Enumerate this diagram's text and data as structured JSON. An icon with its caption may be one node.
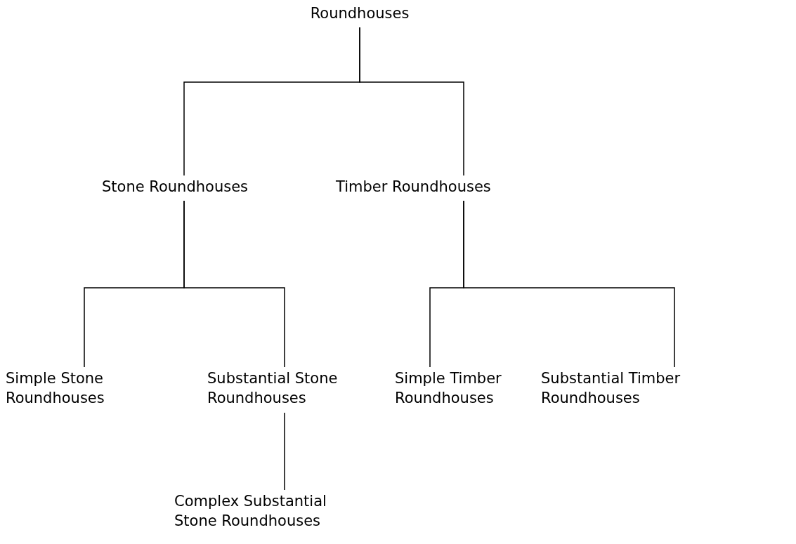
{
  "diagram": {
    "nodes": [
      {
        "text": [
          "Roundhouses"
        ]
      },
      {
        "text": [
          "Stone Roundhouses"
        ]
      },
      {
        "text": [
          "Timber Roundhouses"
        ]
      },
      {
        "text": [
          "Simple Stone Roundhouses"
        ]
      },
      {
        "text": [
          "Substantial Stone Roundhouses"
        ]
      },
      {
        "text": [
          "Simple Timber Roundhouses"
        ]
      },
      {
        "text": [
          "Substantial Timber Roundhouses"
        ]
      },
      {
        "text": [
          "Complex Substantial Stone Roundhouses"
        ]
      }
    ],
    "edges": [
      {
        "from": 0,
        "to": 1,
        "arrow": "none"
      },
      {
        "from": 0,
        "to": 2,
        "arrow": "none"
      },
      {
        "from": 1,
        "to": 3,
        "arrow": "none"
      },
      {
        "from": 1,
        "to": 4,
        "arrow": "none"
      },
      {
        "from": 2,
        "to": 5,
        "arrow": "none"
      },
      {
        "from": 2,
        "to": 6,
        "arrow": "none"
      },
      {
        "from": 4,
        "to": 7,
        "arrow": "none"
      }
    ]
  }
}
